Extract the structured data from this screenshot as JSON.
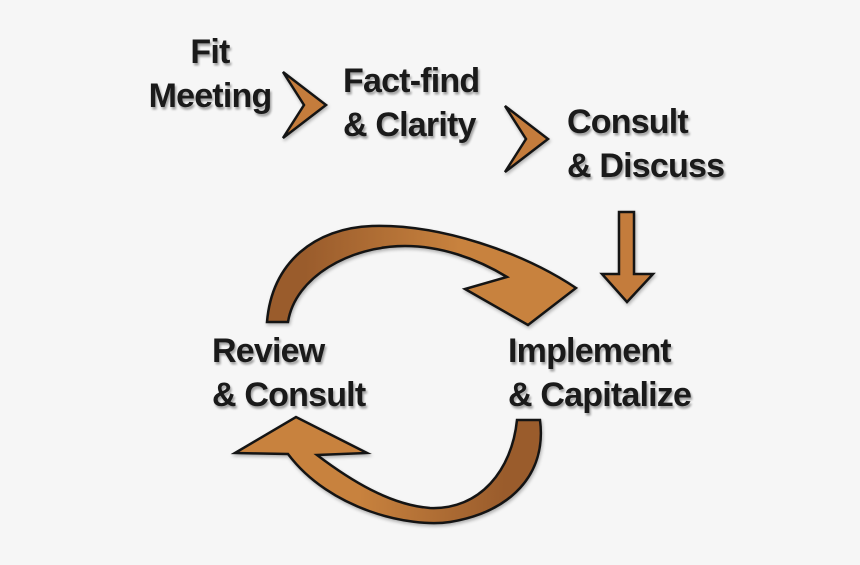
{
  "diagram": {
    "type": "process-cycle-flow",
    "steps": [
      {
        "id": "fit-meeting",
        "line1": "Fit",
        "line2": "Meeting"
      },
      {
        "id": "fact-find-clarity",
        "line1": "Fact-find",
        "line2": "& Clarity"
      },
      {
        "id": "consult-discuss",
        "line1": "Consult",
        "line2": "& Discuss"
      },
      {
        "id": "implement-capitalize",
        "line1": "Implement",
        "line2": "& Capitalize"
      },
      {
        "id": "review-consult",
        "line1": "Review",
        "line2": "& Consult"
      }
    ],
    "connectors": [
      {
        "id": "chevron-1",
        "kind": "chevron-right",
        "from": "fit-meeting",
        "to": "fact-find-clarity"
      },
      {
        "id": "chevron-2",
        "kind": "chevron-right",
        "from": "fact-find-clarity",
        "to": "consult-discuss"
      },
      {
        "id": "arrow-down",
        "kind": "arrow-down",
        "from": "consult-discuss",
        "to": "implement-capitalize"
      },
      {
        "id": "curved-arrow-top",
        "kind": "curved-arrow",
        "from": "review-consult",
        "to": "implement-capitalize"
      },
      {
        "id": "curved-arrow-bottom",
        "kind": "curved-arrow",
        "from": "implement-capitalize",
        "to": "review-consult"
      }
    ]
  },
  "colors": {
    "background": "#f6f6f6",
    "shape_orange": "#c47c3c",
    "arc_dark": "#9a5c2c",
    "arc_light": "#c8823e",
    "outline": "#141414",
    "text": "#1a1a1a"
  }
}
